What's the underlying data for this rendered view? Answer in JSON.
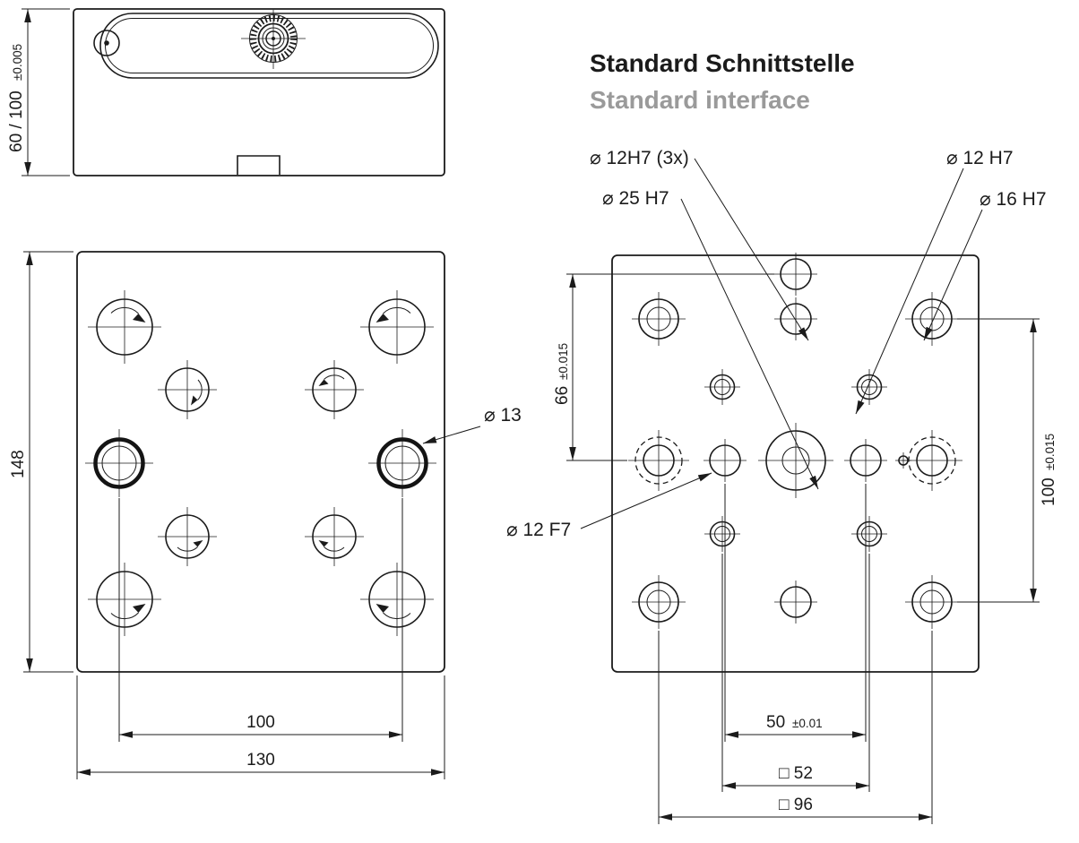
{
  "title": {
    "de": "Standard Schnittstelle",
    "en": "Standard interface"
  },
  "side_view": {
    "dim_height": {
      "value": "60 / 100",
      "tolerance": "±0.005"
    }
  },
  "front_view": {
    "dim_height": "148",
    "dim_hole_spacing": "100",
    "dim_width": "130",
    "callout_d13": "⌀ 13"
  },
  "top_view": {
    "callout_d12h7_3x": "⌀ 12H7 (3x)",
    "callout_d25h7": "⌀ 25 H7",
    "callout_d12h7": "⌀ 12 H7",
    "callout_d16h7": "⌀ 16 H7",
    "callout_d12f7": "⌀ 12 F7",
    "dim_66": {
      "value": "66",
      "tolerance": "±0.015"
    },
    "dim_100": {
      "value": "100",
      "tolerance": "±0.015"
    },
    "dim_50": {
      "value": "50",
      "tolerance": "±0.01"
    },
    "dim_sq52": "□ 52",
    "dim_sq96": "□ 96"
  },
  "colors": {
    "line": "#1b1b1b",
    "subtitle": "#9a9a9a",
    "background": "#ffffff"
  }
}
